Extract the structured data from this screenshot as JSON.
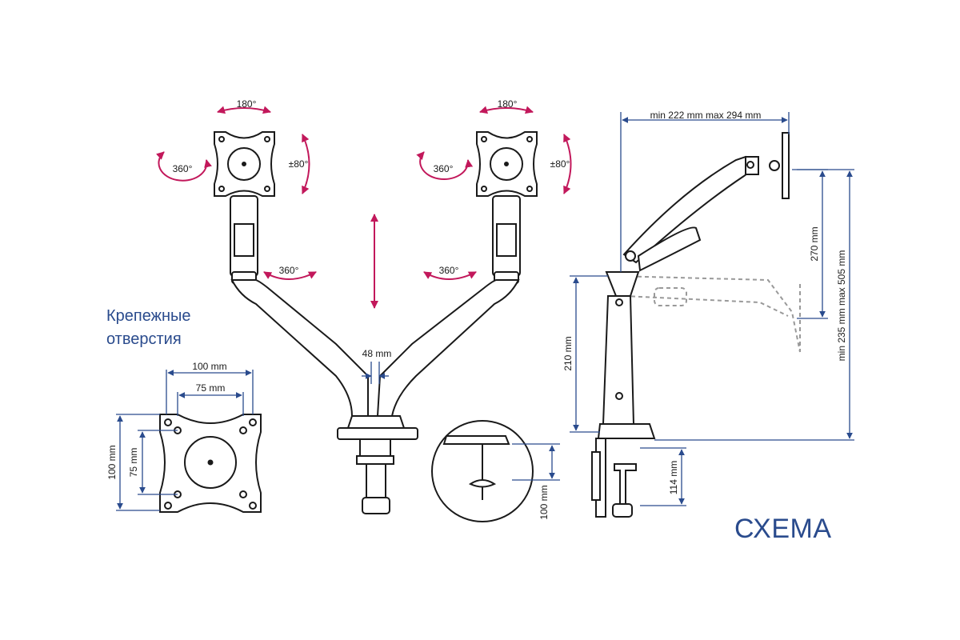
{
  "title": "СХЕМА",
  "holes_label": {
    "line1": "Крепежные",
    "line2": "отверстия"
  },
  "rotation": {
    "swivel": "180°",
    "rotate": "360°",
    "tilt": "±80°",
    "arm_swivel": "360°"
  },
  "dimensions": {
    "gap": "48 mm",
    "vesa_outer_h": "100 mm",
    "vesa_inner_h": "75 mm",
    "vesa_outer_v": "100 mm",
    "vesa_inner_v": "75 mm",
    "clamp_thickness": "100 mm",
    "reach": "min 222 mm max 294 mm",
    "pole_height": "210 mm",
    "arm_travel": "270 mm",
    "total_height": "min 235 mm max 505 mm",
    "clamp_height": "114 mm"
  },
  "colors": {
    "dimension": "#2a4b8d",
    "rotation": "#c2185b",
    "outline": "#1a1a1a",
    "ghost": "#999999"
  }
}
